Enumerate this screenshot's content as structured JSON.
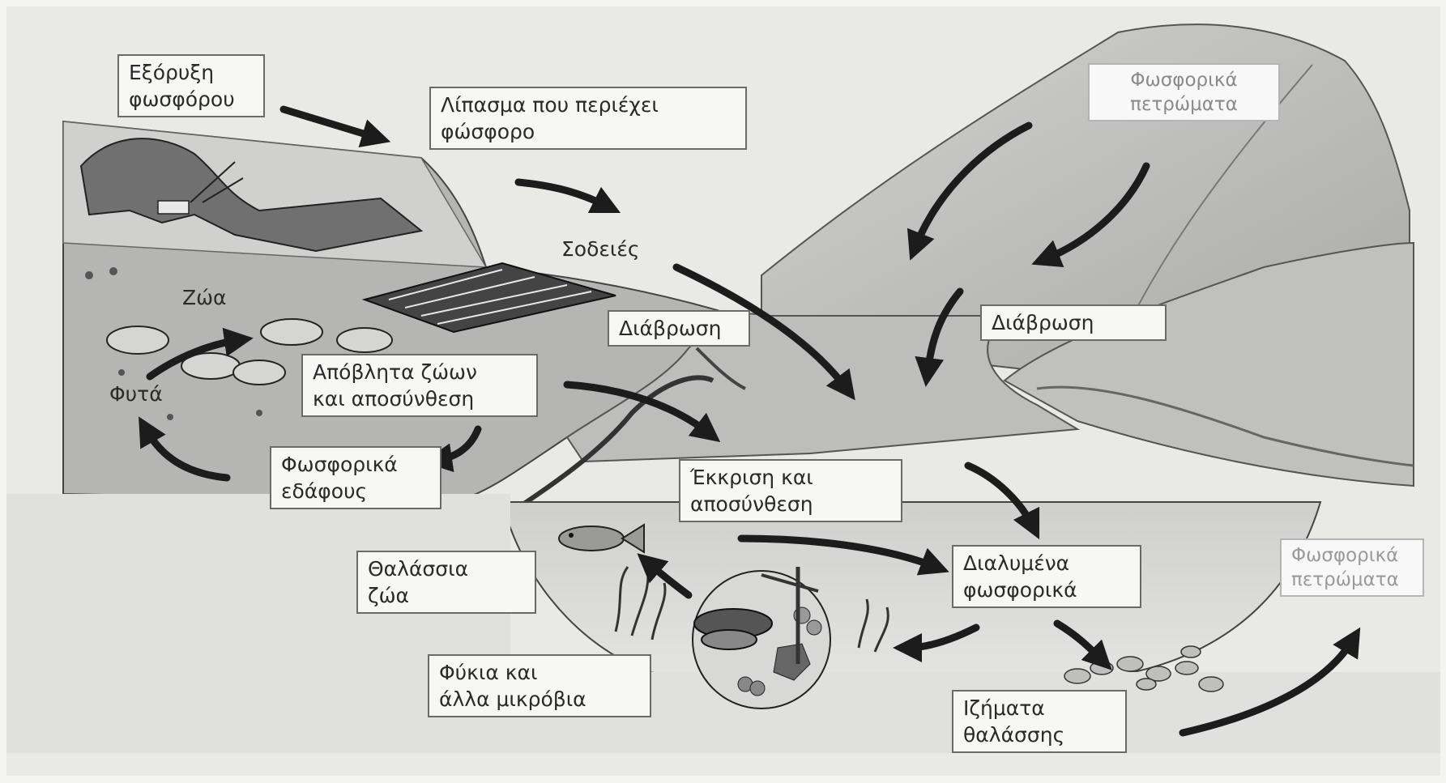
{
  "labels": {
    "phosphorus_mining": "Εξόρυξη\nφωσφόρου",
    "fertilizer": "Λίπασμα που περιέχει\nφώσφορο",
    "phosphate_rocks_top": "Φωσφορικά\nπετρώματα",
    "runoff": "Σοδειές",
    "animals": "Ζώα",
    "plants": "Φυτά",
    "erosion_left": "Διάβρωση",
    "erosion_right": "Διάβρωση",
    "animal_waste": "Απόβλητα ζώων\nκαι αποσύνθεση",
    "soil_phosphates": "Φωσφορικά\nεδάφους",
    "excretion": "Έκκριση και\nαποσύνθεση",
    "marine_animals": "Θαλάσσια\nζώα",
    "dissolved_phosphates": "Διαλυμένα\nφωσφορικά",
    "phosphate_rocks_right": "Φωσφορικά\nπετρώματα",
    "algae": "Φύκια και\nάλλα μικρόβια",
    "sea_sediments": "Ιζήματα\nθαλάσσης"
  },
  "colors": {
    "arrow": "#1c1c1c",
    "land": "#a9a9a9",
    "mountain": "#c6c6c6",
    "water": "#b8b8b8",
    "sea_basin": "#dcdcdc"
  },
  "icons": [
    "mine-icon",
    "cow-icon",
    "fish-icon",
    "plankton-circle-icon",
    "seaweed-icon",
    "crops-icon"
  ]
}
